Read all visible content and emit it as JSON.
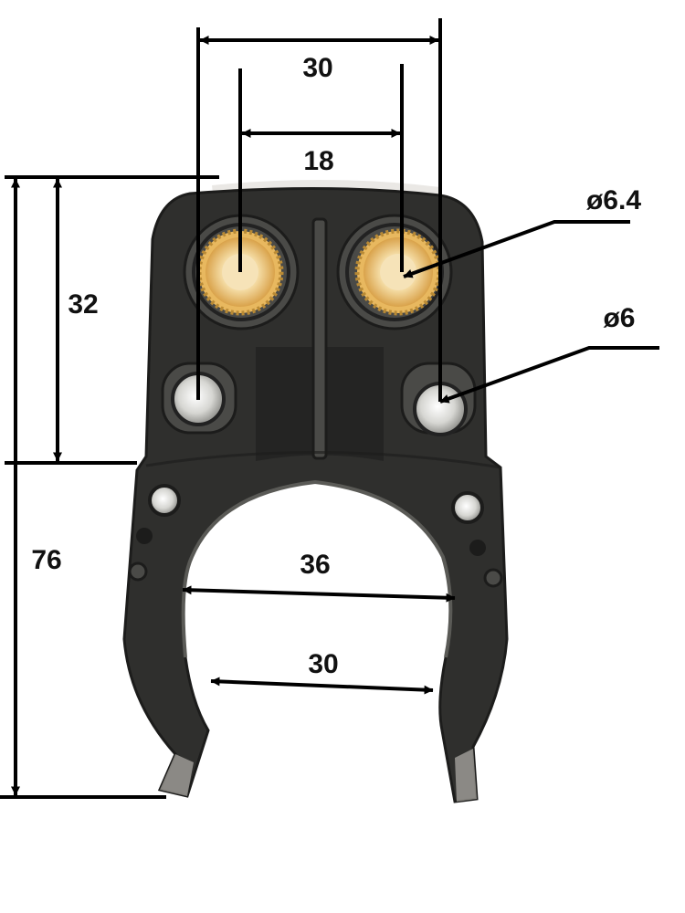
{
  "diagram": {
    "subject": "tool-holder-clip",
    "colors": {
      "body": "#2f2f2d",
      "body_light": "#4a4a47",
      "body_dark": "#1c1c1b",
      "brass": "#e8b85f",
      "brass_inner": "#f6e3b8",
      "steel": "#d8d8d4",
      "line": "#000000"
    },
    "dimensions": {
      "outer_spacing": "30",
      "inner_spacing": "18",
      "insert_diameter": "ø6.4",
      "hole_diameter": "ø6",
      "upper_height": "32",
      "total_height": "76",
      "clip_inner_width": "36",
      "clip_opening": "30"
    }
  }
}
